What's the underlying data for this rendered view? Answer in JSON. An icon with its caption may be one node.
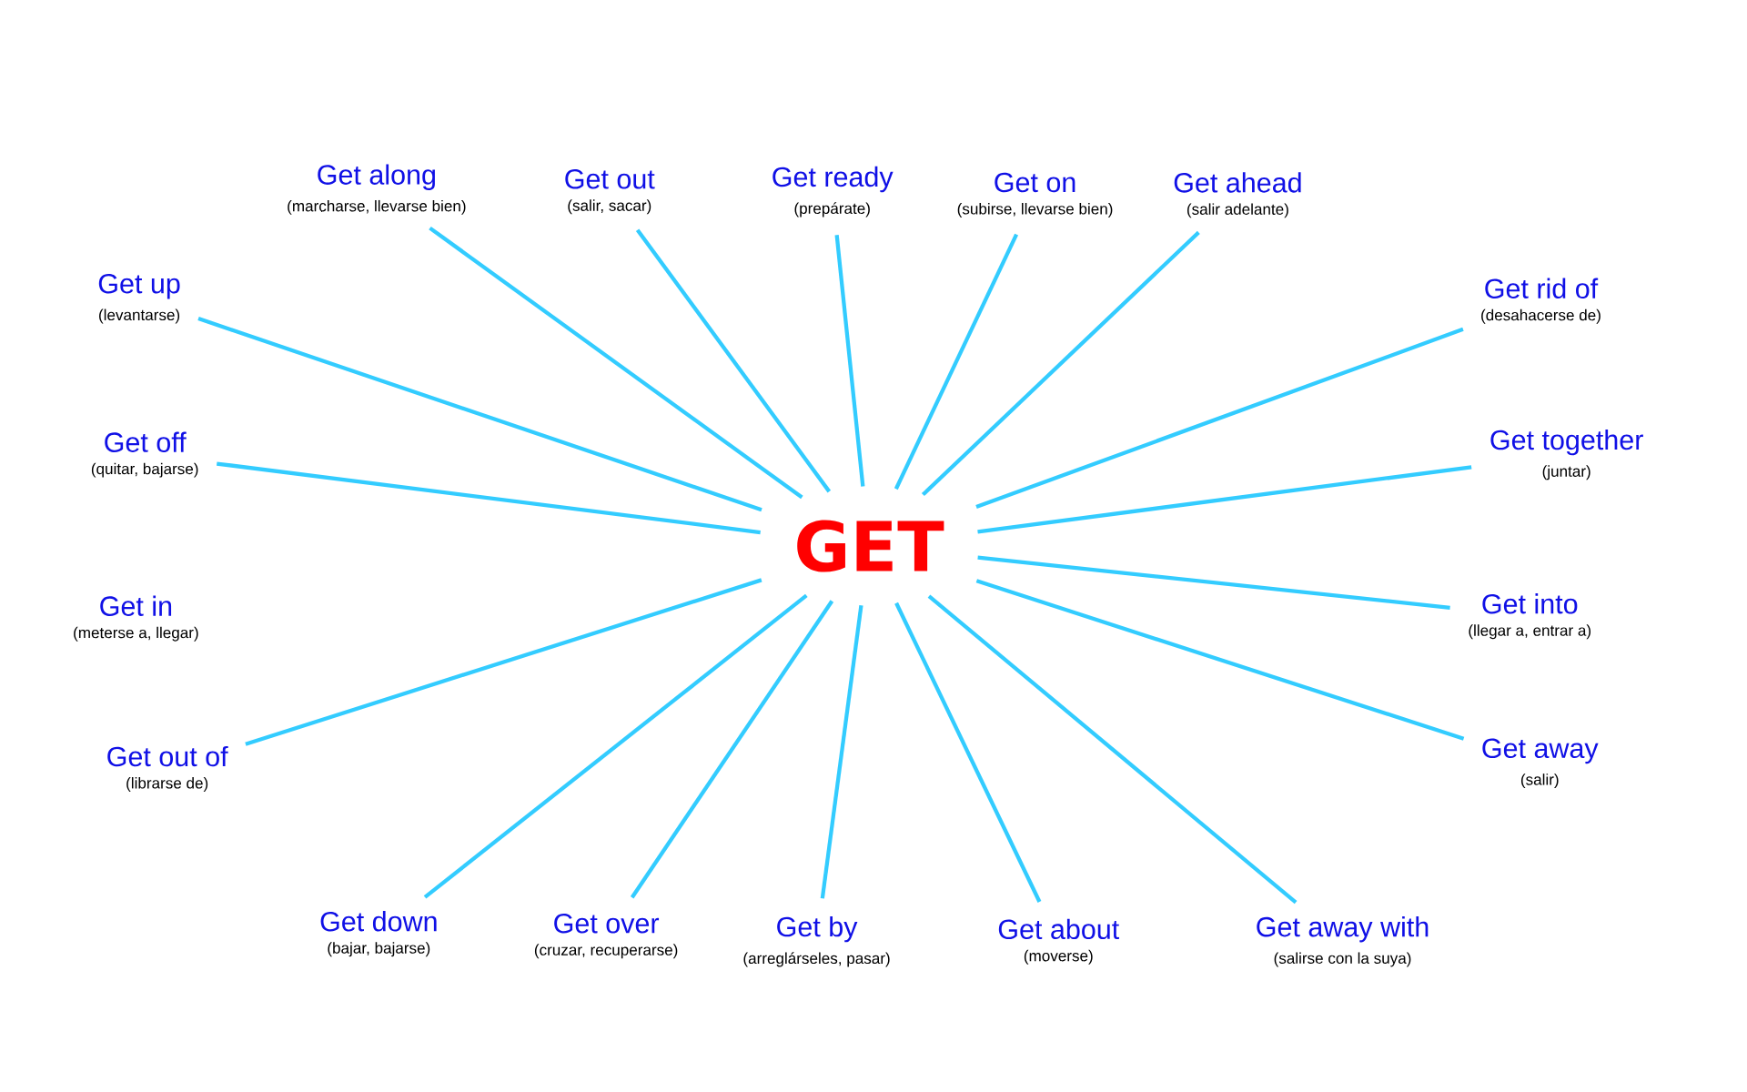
{
  "diagram": {
    "nodes": [
      {
        "text": [
          "GET"
        ]
      },
      {
        "text": [
          "Get up",
          "(levantarse)"
        ]
      },
      {
        "text": [
          "Get off",
          "(quitar, bajarse)"
        ]
      },
      {
        "text": [
          "Get in",
          "(meterse a, llegar)"
        ]
      },
      {
        "text": [
          "Get out of",
          "(librarse de)"
        ]
      },
      {
        "text": [
          "Get along",
          "(marcharse, llevarse bien)"
        ]
      },
      {
        "text": [
          "Get out",
          "(salir, sacar)"
        ]
      },
      {
        "text": [
          "Get ready",
          "(prepárate)"
        ]
      },
      {
        "text": [
          "Get on",
          "(subirse, llevarse bien)"
        ]
      },
      {
        "text": [
          "Get ahead",
          "(salir adelante)"
        ]
      },
      {
        "text": [
          "Get rid of",
          "(desahacerse de)"
        ]
      },
      {
        "text": [
          "Get together",
          "(juntar)"
        ]
      },
      {
        "text": [
          "Get into",
          "(llegar a, entrar a)"
        ]
      },
      {
        "text": [
          "Get away",
          "(salir)"
        ]
      },
      {
        "text": [
          "Get away with",
          "(salirse con la suya)"
        ]
      },
      {
        "text": [
          "Get about",
          "(moverse)"
        ]
      },
      {
        "text": [
          "Get by",
          "(arreglárseles, pasar)"
        ]
      },
      {
        "text": [
          "Get over",
          "(cruzar, recuperarse)"
        ]
      },
      {
        "text": [
          "Get down",
          "(bajar, bajarse)"
        ]
      }
    ],
    "edges": [
      {
        "from": 0,
        "to": 1,
        "arrow": "none"
      },
      {
        "from": 0,
        "to": 2,
        "arrow": "none"
      },
      {
        "from": 0,
        "to": 4,
        "arrow": "none"
      },
      {
        "from": 0,
        "to": 5,
        "arrow": "none"
      },
      {
        "from": 0,
        "to": 6,
        "arrow": "none"
      },
      {
        "from": 0,
        "to": 7,
        "arrow": "none"
      },
      {
        "from": 0,
        "to": 8,
        "arrow": "none"
      },
      {
        "from": 0,
        "to": 9,
        "arrow": "none"
      },
      {
        "from": 0,
        "to": 10,
        "arrow": "none"
      },
      {
        "from": 0,
        "to": 11,
        "arrow": "none"
      },
      {
        "from": 0,
        "to": 12,
        "arrow": "none"
      },
      {
        "from": 0,
        "to": 13,
        "arrow": "none"
      },
      {
        "from": 0,
        "to": 14,
        "arrow": "none"
      },
      {
        "from": 0,
        "to": 15,
        "arrow": "none"
      },
      {
        "from": 0,
        "to": 16,
        "arrow": "none"
      },
      {
        "from": 0,
        "to": 17,
        "arrow": "none"
      },
      {
        "from": 0,
        "to": 18,
        "arrow": "none"
      }
    ]
  }
}
